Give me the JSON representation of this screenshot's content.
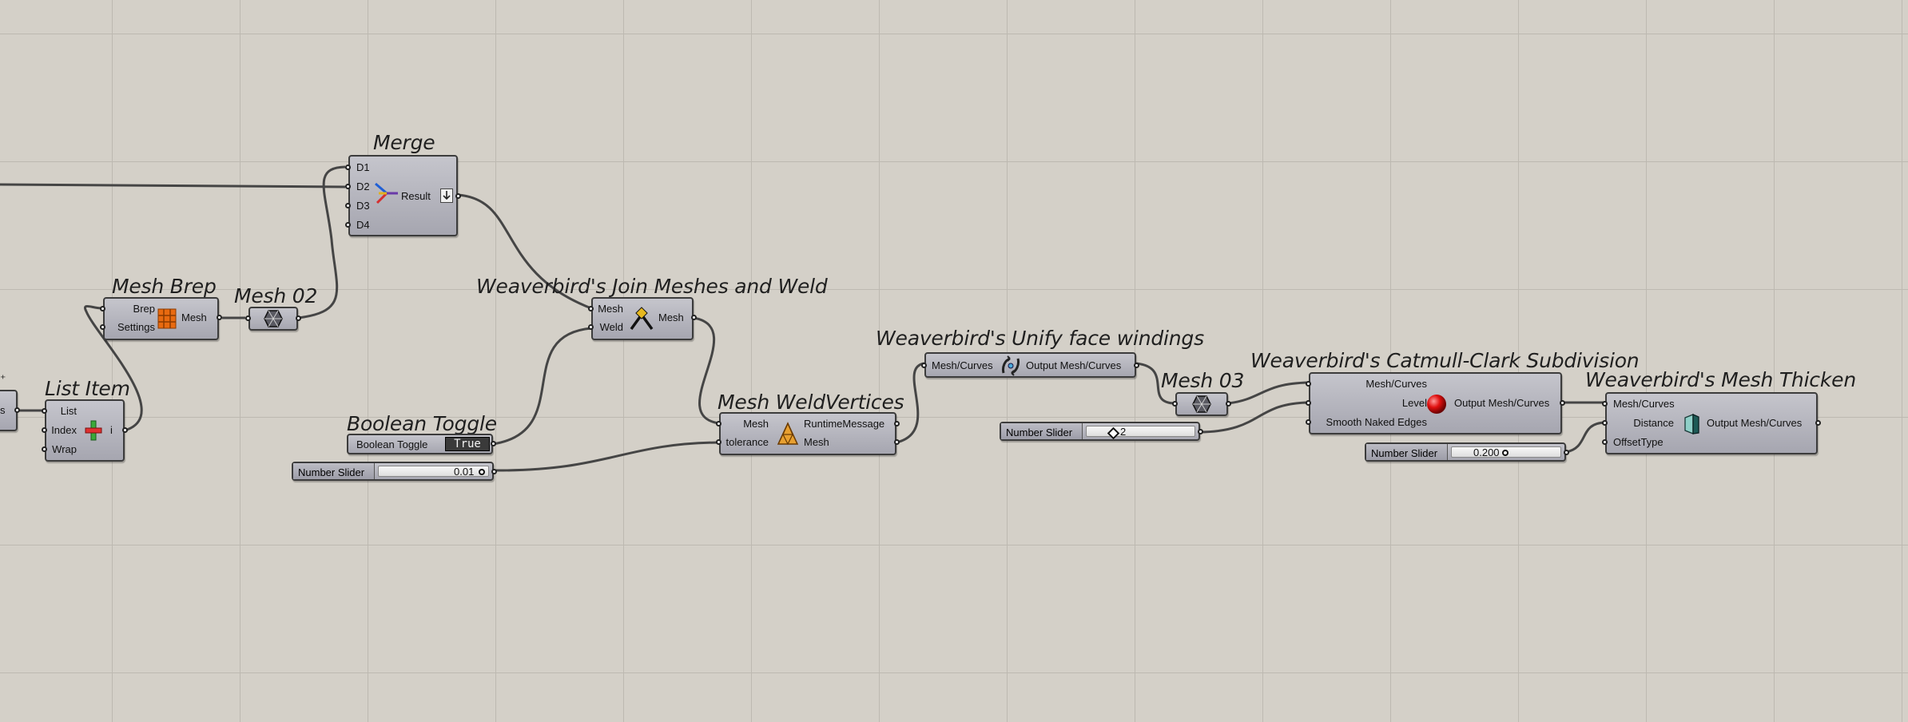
{
  "canvas": {
    "background": "#d4d0c8",
    "grid_color": "#bdb9b1"
  },
  "components": {
    "merge": {
      "title": "Merge",
      "inputs": [
        "D1",
        "D2",
        "D3",
        "D4"
      ],
      "output": "Result"
    },
    "mesh_brep": {
      "title": "Mesh Brep",
      "inputs": [
        "Brep",
        "Settings"
      ],
      "output": "Mesh"
    },
    "mesh02": {
      "title": "Mesh 02"
    },
    "list_item": {
      "title": "List Item",
      "inputs": [
        "List",
        "Index",
        "Wrap"
      ],
      "output": "i"
    },
    "partial_left": {
      "label": "s"
    },
    "wb_join": {
      "title": "Weaverbird's Join Meshes and Weld",
      "inputs": [
        "Mesh",
        "Weld"
      ],
      "output": "Mesh"
    },
    "boolean_toggle": {
      "title": "Boolean Toggle",
      "label": "Boolean Toggle",
      "value": "True"
    },
    "slider_tolerance": {
      "name": "Number Slider",
      "value": "0.01"
    },
    "weld_vertices": {
      "title": "Mesh WeldVertices",
      "inputs": [
        "Mesh",
        "tolerance"
      ],
      "outputs": [
        "RuntimeMessage",
        "Mesh"
      ]
    },
    "wb_unify": {
      "title": "Weaverbird's Unify face windings",
      "input": "Mesh/Curves",
      "output": "Output Mesh/Curves"
    },
    "mesh03": {
      "title": "Mesh 03"
    },
    "slider_level": {
      "name": "Number Slider",
      "value": "2"
    },
    "wb_catmull": {
      "title": "Weaverbird's Catmull-Clark Subdivision",
      "inputs": [
        "Mesh/Curves",
        "Level",
        "Smooth Naked Edges"
      ],
      "output": "Output Mesh/Curves"
    },
    "slider_distance": {
      "name": "Number Slider",
      "value": "0.200"
    },
    "wb_thicken": {
      "title": "Weaverbird's Mesh Thicken",
      "inputs": [
        "Mesh/Curves",
        "Distance",
        "OffsetType"
      ],
      "output": "Output Mesh/Curves"
    }
  }
}
